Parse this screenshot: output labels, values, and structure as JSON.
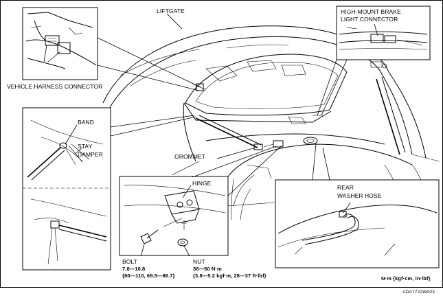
{
  "labels": {
    "liftgate": "LIFTGATE",
    "vehicle_harness_connector": "VEHICLE HARNESS CONNECTOR",
    "high_mount_line1": "HIGH-MOUNT BRAKE",
    "high_mount_line2": "LIGHT CONNECTOR",
    "band": "BAND",
    "stay_line1": "STAY",
    "stay_line2": "DAMPER",
    "grommet": "GROMMET",
    "hinge": "HINGE",
    "rear_washer_line1": "REAR",
    "rear_washer_line2": "WASHER HOSE",
    "bolt": "BOLT",
    "bolt_torque_line1": "7.8—10.8",
    "bolt_torque_line2": "{80—110, 69.5—86.7}",
    "nut": "NUT",
    "nut_torque_line1": "38—50 N·m",
    "nut_torque_line2": "{3.8—5.2 kgf·m, 28—37 ft·lbf}",
    "units": "N·m {kgf·cm, in·lbf}",
    "figure_id": "ADA7722W003"
  }
}
